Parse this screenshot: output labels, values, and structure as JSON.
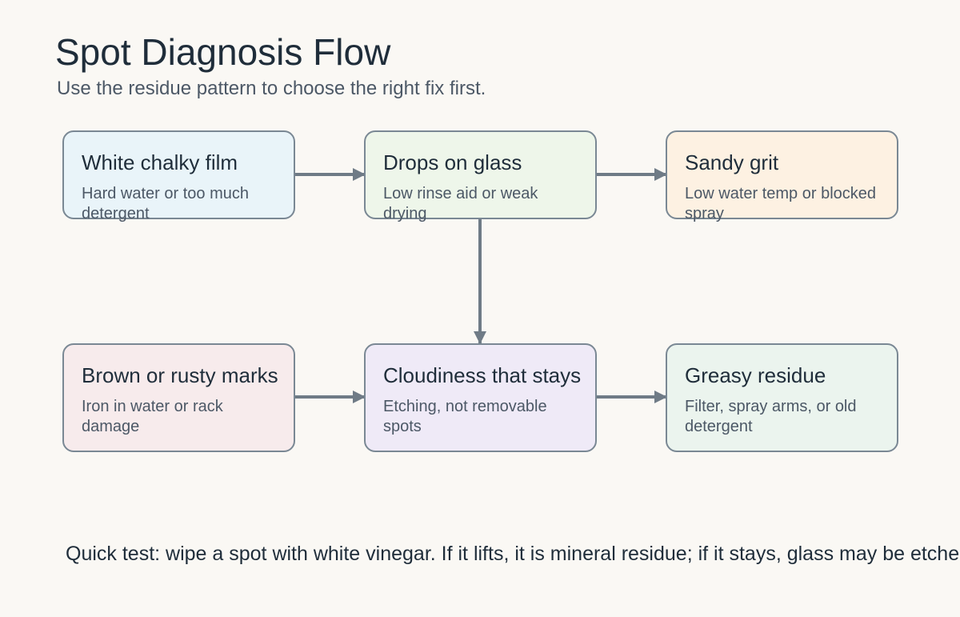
{
  "header": {
    "title": "Spot Diagnosis Flow",
    "subtitle": "Use the residue pattern to choose the right fix first."
  },
  "nodes": [
    {
      "id": "white-chalky-film",
      "title": "White chalky film",
      "description": "Hard water or too much detergent",
      "fill": "#e9f4f9"
    },
    {
      "id": "drops-on-glass",
      "title": "Drops on glass",
      "description": "Low rinse aid or weak drying",
      "fill": "#eef6ea"
    },
    {
      "id": "sandy-grit",
      "title": "Sandy grit",
      "description": "Low water temp or blocked spray",
      "fill": "#fdf1e2"
    },
    {
      "id": "brown-or-rusty-marks",
      "title": "Brown or rusty marks",
      "description": "Iron in water or rack damage",
      "fill": "#f7ebec"
    },
    {
      "id": "cloudiness-that-stays",
      "title": "Cloudiness that stays",
      "description": "Etching, not removable spots",
      "fill": "#efeaf7"
    },
    {
      "id": "greasy-residue",
      "title": "Greasy residue",
      "description": "Filter, spray arms, or old detergent",
      "fill": "#ebf4ee"
    }
  ],
  "edges": [
    {
      "from": "white-chalky-film",
      "to": "drops-on-glass"
    },
    {
      "from": "drops-on-glass",
      "to": "sandy-grit"
    },
    {
      "from": "drops-on-glass",
      "to": "cloudiness-that-stays"
    },
    {
      "from": "brown-or-rusty-marks",
      "to": "cloudiness-that-stays"
    },
    {
      "from": "cloudiness-that-stays",
      "to": "greasy-residue"
    }
  ],
  "footer": {
    "note": "Quick test: wipe a spot with white vinegar. If it lifts, it is mineral residue; if it stays, glass may be etched."
  },
  "colors": {
    "border": "#7a8894",
    "connector": "#6f7b86",
    "background": "#faf8f4"
  }
}
